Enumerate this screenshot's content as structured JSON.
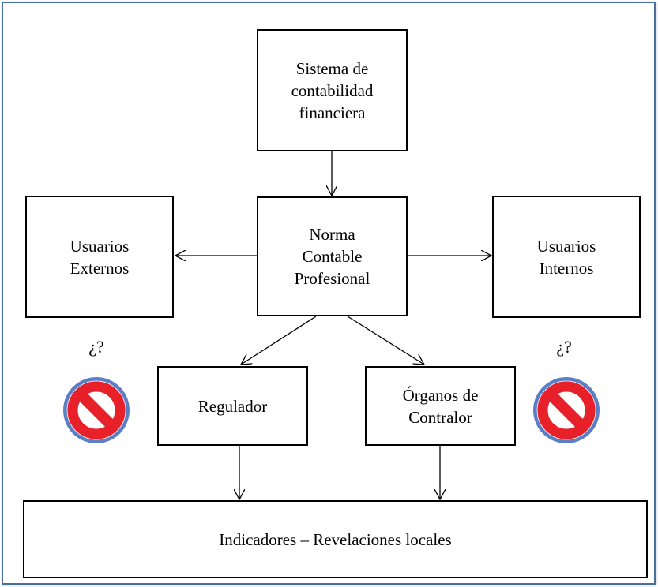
{
  "diagram": {
    "nodes": {
      "sistema": "Sistema de\ncontabilidad\nfinanciera",
      "norma": "Norma\nContable\nProfesional",
      "externos": "Usuarios\nExternos",
      "internos": "Usuarios\nInternos",
      "regulador": "Regulador",
      "organos": "Órganos de\nContralor",
      "indicadores": "Indicadores – Revelaciones locales"
    },
    "marks": {
      "left_question": "¿?",
      "right_question": "¿?"
    },
    "colors": {
      "frame": "#4a6f9a",
      "prohibited_red": "#e8202a",
      "prohibited_blue": "#5b7fc4"
    },
    "icons": [
      "prohibited-icon",
      "prohibited-icon"
    ]
  }
}
